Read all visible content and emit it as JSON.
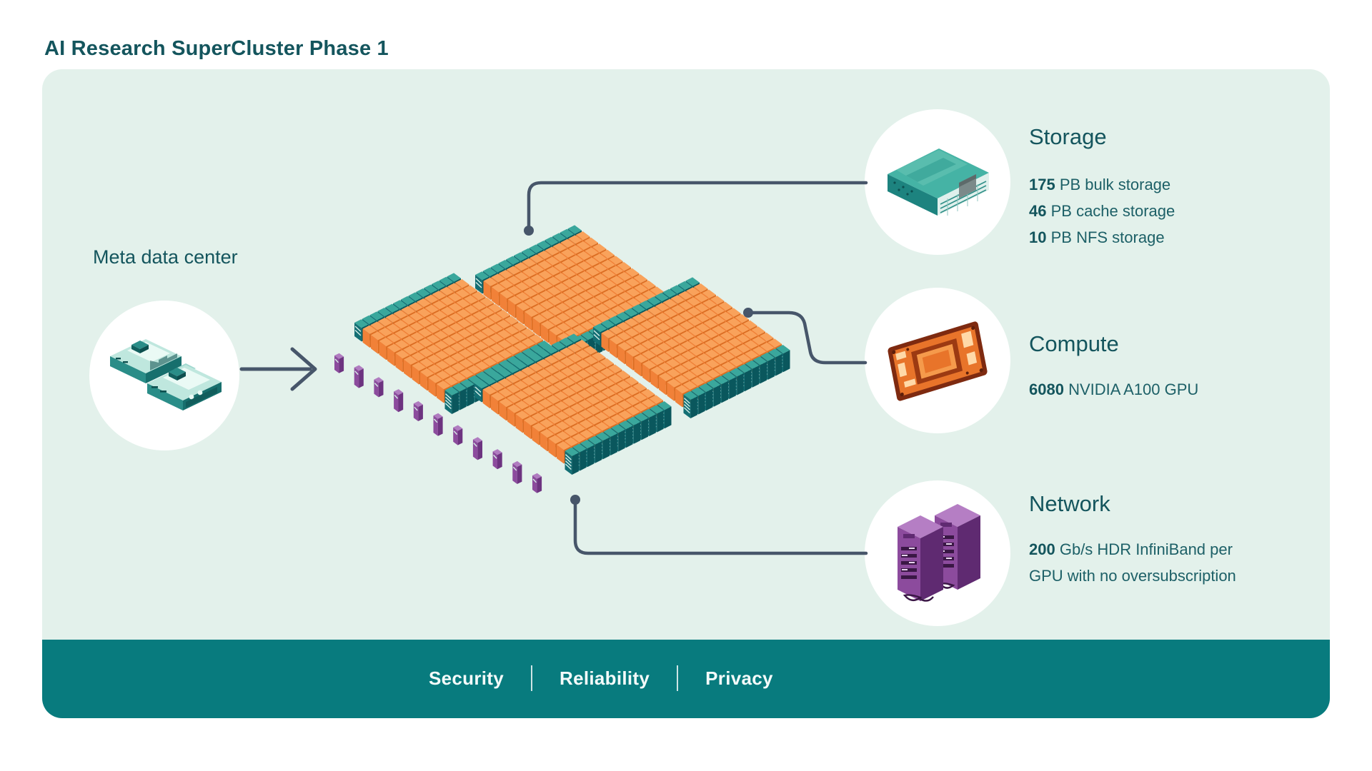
{
  "title": "AI Research SuperCluster Phase 1",
  "datacenter": {
    "label": "Meta data center",
    "icon": "data-center-buildings-icon"
  },
  "cluster": {
    "icon": "gpu-rack-cluster-illustration"
  },
  "callouts": {
    "storage": {
      "title": "Storage",
      "icon": "storage-server-icon",
      "specs": [
        {
          "value": "175",
          "unit": "PB bulk storage"
        },
        {
          "value": "46",
          "unit": "PB cache storage"
        },
        {
          "value": "10",
          "unit": "PB NFS storage"
        }
      ]
    },
    "compute": {
      "title": "Compute",
      "icon": "gpu-board-icon",
      "specs": [
        {
          "value": "6080",
          "unit": "NVIDIA A100 GPU"
        }
      ]
    },
    "network": {
      "title": "Network",
      "icon": "network-switch-icon",
      "specs": [
        {
          "value": "200",
          "unit": "Gb/s HDR InfiniBand per GPU with no oversubscription"
        }
      ]
    }
  },
  "footer": {
    "items": [
      "Security",
      "Reliability",
      "Privacy"
    ]
  },
  "colors": {
    "panel_bg": "#e3f1eb",
    "accent_teal_bar": "#087b7e",
    "dark_teal_text": "#14555d",
    "connector": "#47566a",
    "orange_rack": "#f18138",
    "teal_rack": "#136f74",
    "purple_network": "#8c4b9d"
  }
}
